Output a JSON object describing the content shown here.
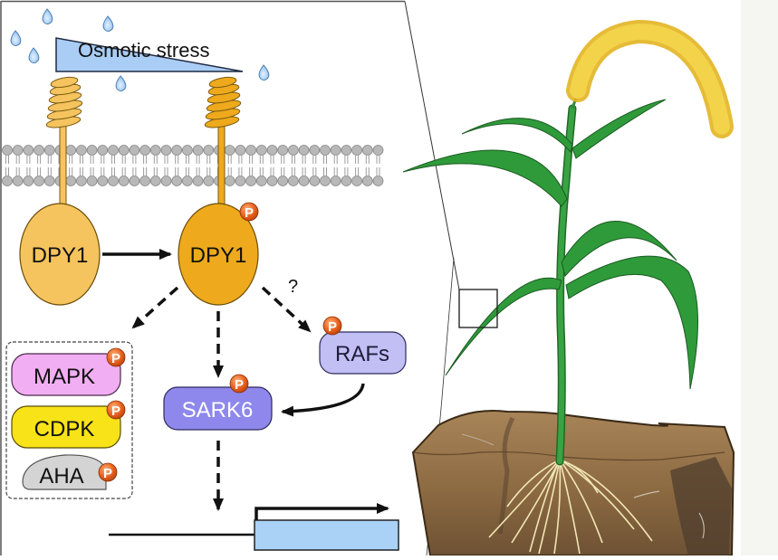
{
  "figure": {
    "stimulus_label": "Osmotic stress",
    "receptor_inactive_label": "DPY1",
    "receptor_active_label": "DPY1",
    "question_mark": "?",
    "phospho_label": "P",
    "downstream_group": [
      {
        "id": "mapk",
        "label": "MAPK",
        "fill": "#f2aef2",
        "phosphorylated": true
      },
      {
        "id": "cdpk",
        "label": "CDPK",
        "fill": "#f7e318",
        "phosphorylated": true
      },
      {
        "id": "aha",
        "label": "AHA",
        "fill": "#d4d4d4",
        "phosphorylated": true
      }
    ],
    "rafs_label": "RAFs",
    "sark6_label": "SARK6",
    "gene_label": ""
  },
  "colors": {
    "receptor_inactive": "#f5c45e",
    "receptor_active": "#eeaa1c",
    "phospho": "#e8601c",
    "rafs_fill": "#c2bff5",
    "sark6_fill": "#8f88ec",
    "gene_box": "#aad2f7",
    "water_drop": "#a9d2f7",
    "stress_wedge": "#a9cdf5",
    "membrane": "#9c9c9c",
    "leaf": "#2f9a3a",
    "panicle": "#f0c93a",
    "soil": "#9c7a4e",
    "root": "#f1e6b4",
    "side_panel": "#f5f5f2"
  }
}
